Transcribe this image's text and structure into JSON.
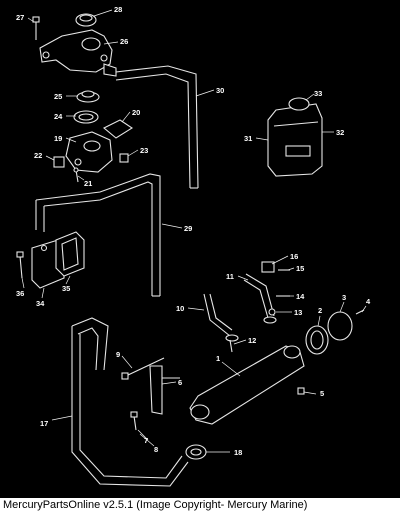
{
  "caption": "MercuryPartsOnline v2.5.1 (Image Copyright- Mercury Marine)",
  "callouts": [
    "1",
    "2",
    "3",
    "4",
    "5",
    "6",
    "7",
    "8",
    "9",
    "10",
    "11",
    "12",
    "13",
    "14",
    "15",
    "16",
    "17",
    "18",
    "19",
    "20",
    "21",
    "22",
    "23",
    "24",
    "25",
    "26",
    "27",
    "28",
    "29",
    "30",
    "31",
    "32",
    "33",
    "34",
    "35",
    "36"
  ]
}
